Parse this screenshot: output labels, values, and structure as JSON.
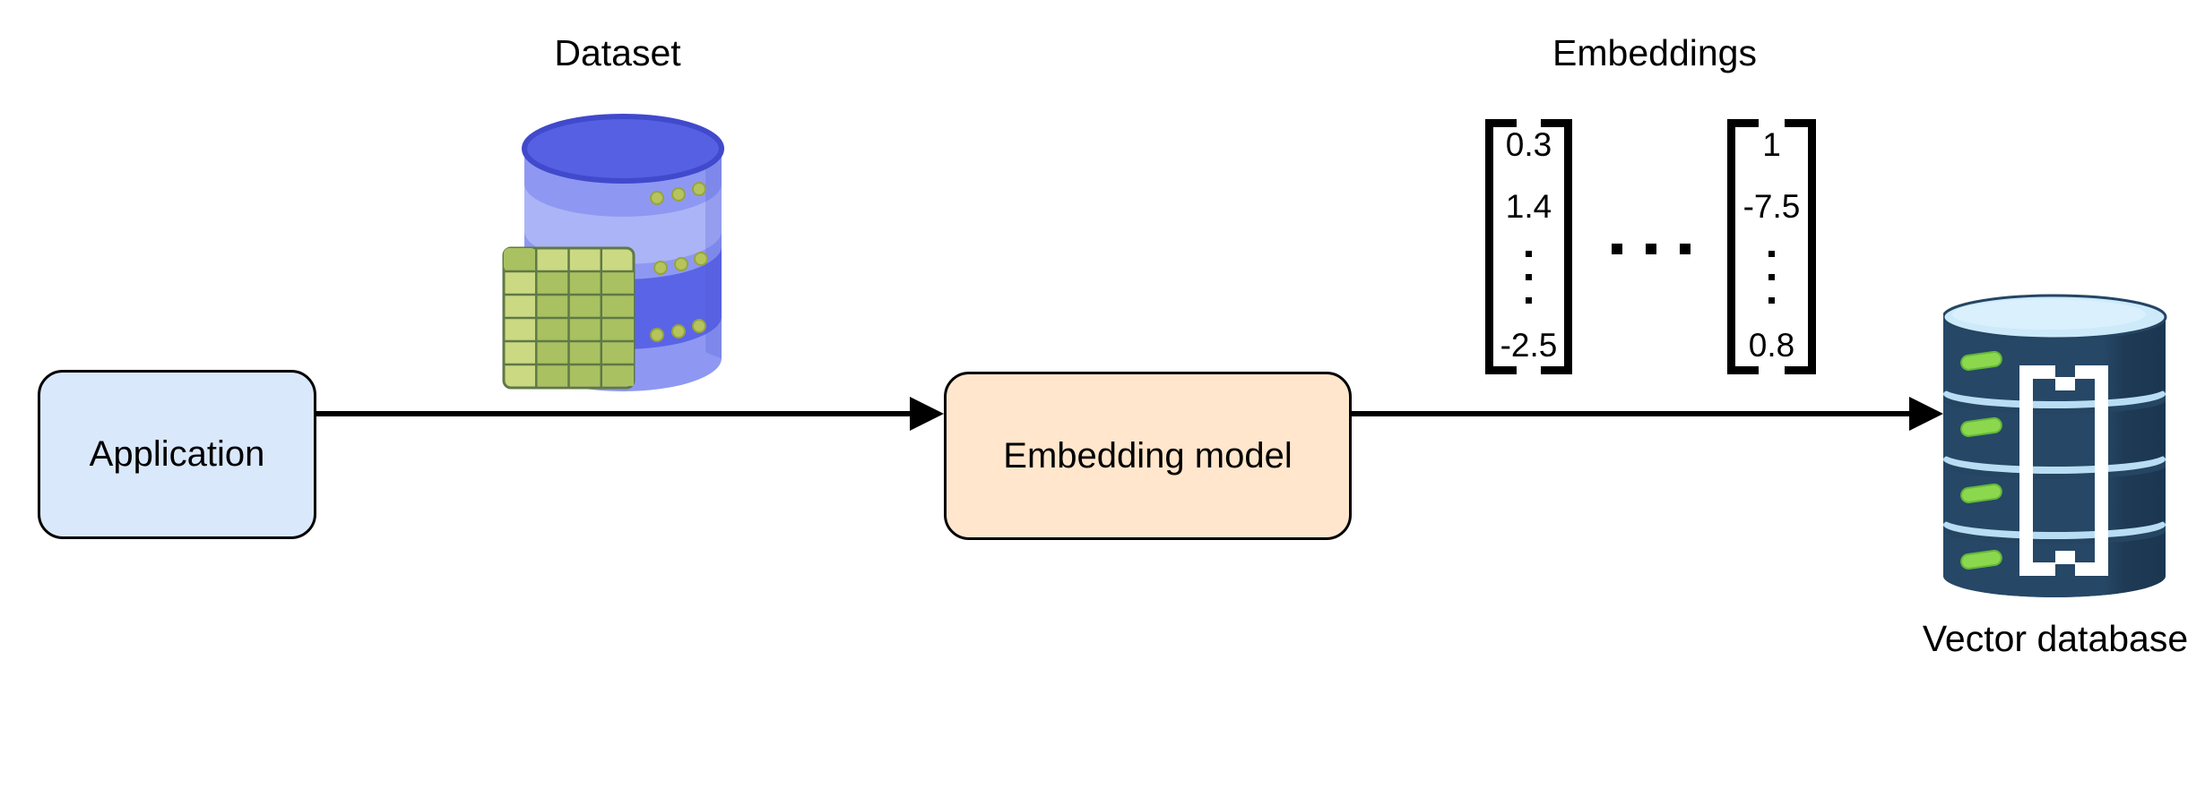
{
  "labels": {
    "dataset": "Dataset",
    "embeddings": "Embeddings",
    "vector_database": "Vector database"
  },
  "nodes": {
    "application": "Application",
    "embedding_model": "Embedding model"
  },
  "embeddings": {
    "left_vector": [
      "0.3",
      "1.4",
      "-2.5"
    ],
    "right_vector": [
      "1",
      "-7.5",
      "0.8"
    ],
    "vertical_ellipsis": "⋮",
    "horizontal_ellipsis": "⋯"
  },
  "colors": {
    "background": "#ffffff",
    "text": "#000000",
    "arrow": "#000000",
    "node_border": "#000000",
    "application_fill": "#dae8fc",
    "embedding_model_fill": "#ffe6cc",
    "dataset_cylinder_top": "#5560e2",
    "dataset_cylinder_rim": "#4149cc",
    "dataset_cylinder_body": "#8e98f2",
    "dataset_cylinder_band_light": "#abb4f6",
    "dataset_cylinder_band_dark": "#5a64e6",
    "dataset_dot_green": "#b6c45c",
    "dataset_grid_light": "#ccd983",
    "dataset_grid_dark": "#a9c161",
    "dataset_grid_border": "#5f7947",
    "db_navy": "#254563",
    "db_navy_dark": "#1b3650",
    "db_top_blue": "#cdeafb",
    "db_separator_blue": "#b9ddf3",
    "db_led_green": "#8bd84e",
    "db_bracket_white": "#ffffff"
  }
}
